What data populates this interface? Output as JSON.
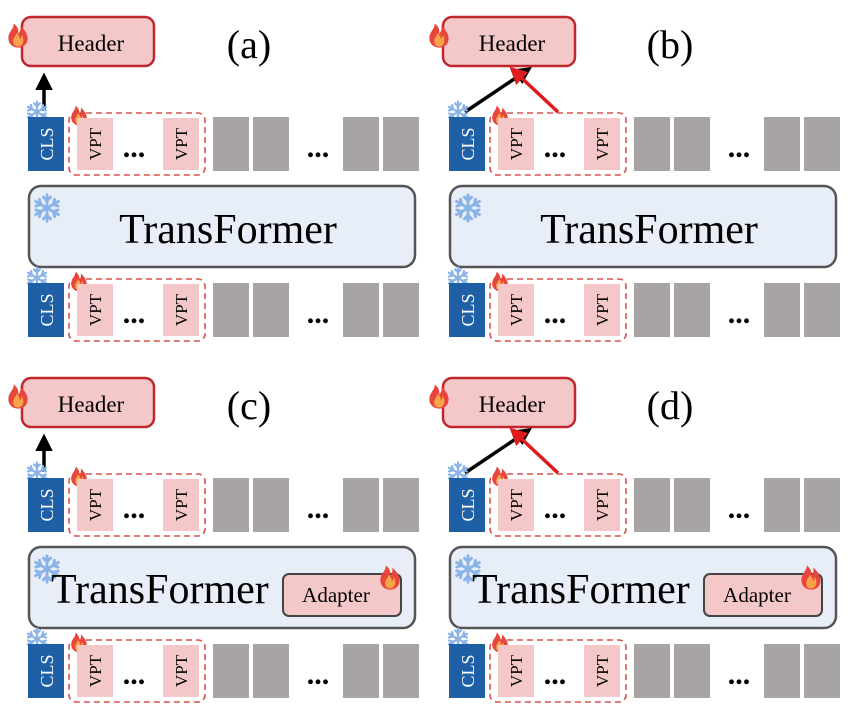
{
  "panels": [
    {
      "label": "(a)",
      "header": "Header",
      "transformer": "TransFormer",
      "adapter": "",
      "red_arrow": false
    },
    {
      "label": "(b)",
      "header": "Header",
      "transformer": "TransFormer",
      "adapter": "",
      "red_arrow": true
    },
    {
      "label": "(c)",
      "header": "Header",
      "transformer": "TransFormer",
      "adapter": "Adapter",
      "red_arrow": false
    },
    {
      "label": "(d)",
      "header": "Header",
      "transformer": "TransFormer",
      "adapter": "Adapter",
      "red_arrow": true
    }
  ],
  "tokens": {
    "cls": "CLS",
    "vpt": "VPT",
    "ellipsis": "..."
  },
  "icons": {
    "frozen": "snowflake-icon",
    "trainable": "flame-icon"
  },
  "colors": {
    "header_fill": "#f4c8c8",
    "header_stroke": "#c0272d",
    "cls_fill": "#1f5fa6",
    "vpt_fill": "#f4c8c8",
    "vpt_group_stroke": "#d9534f",
    "patch_fill": "#a8a4a4",
    "transformer_fill": "#e8eef7",
    "transformer_stroke": "#555555",
    "snowflake": "#8ab4e8",
    "flame": "#e8453c",
    "black_arrow": "#000000",
    "red_arrow": "#e01b1b"
  }
}
